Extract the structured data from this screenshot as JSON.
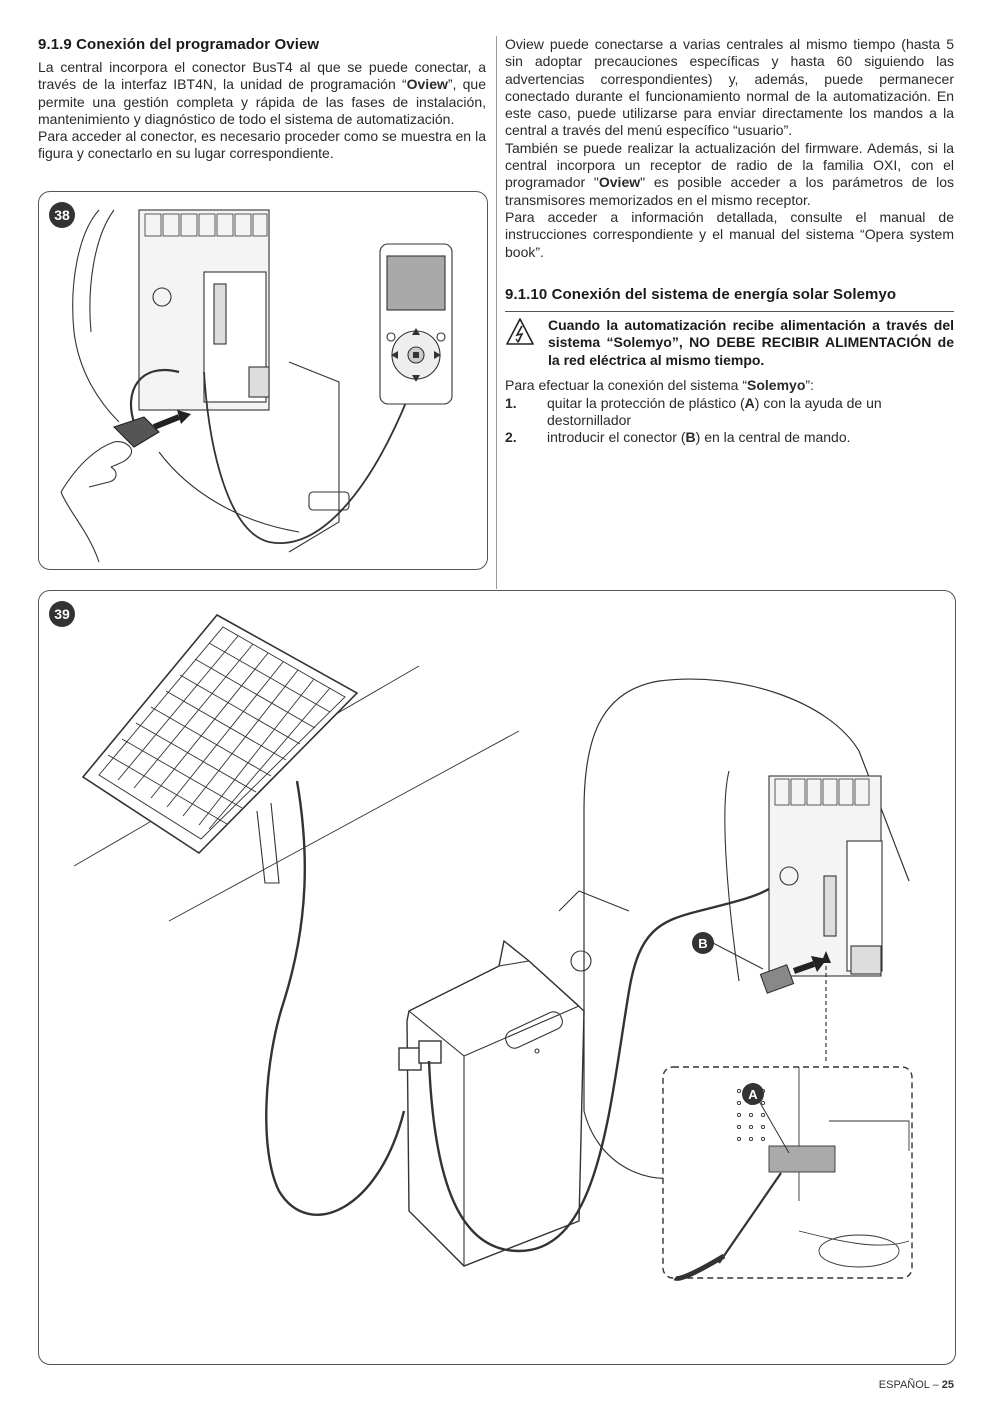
{
  "left": {
    "heading": "9.1.9 Conexión del programador Oview",
    "p1_pre": "La central incorpora el conector BusT4 al que se puede conectar, a través de la interfaz IBT4N, la unidad de programación “",
    "p1_bold": "Oview",
    "p1_post": "”, que permite una gestión completa y rápida de las fases de instalación, mantenimiento y diagnóstico de todo el sistema de automatización.",
    "p2": "Para acceder al conector, es necesario proceder como se muestra en la figura y conectarlo en su lugar correspondiente."
  },
  "right": {
    "p1": "Oview puede conectarse a varias centrales al mismo tiempo (hasta 5 sin adoptar precauciones específicas y hasta 60 siguiendo las advertencias correspondientes) y, además, puede permanecer conectado durante el funcionamiento normal de la automatización. En este caso, puede utilizarse para enviar directamente los mandos a la central a través del menú específico “usuario”.",
    "p2_pre": "También se puede realizar la actualización del firmware. Además, si la central incorpora un receptor de radio de la familia OXI, con el programador \"",
    "p2_bold": "Oview",
    "p2_post": "\" es posible acceder a los parámetros de los transmisores memorizados en el mismo receptor.",
    "p3": "Para acceder a información detallada, consulte el manual de instrucciones correspondiente y el manual del sistema “Opera system book”.",
    "heading2": "9.1.10   Conexión del sistema de energía solar Solemyo",
    "warning": "Cuando la automatización recibe alimentación a través del sistema “Solemyo”, NO DEBE RECIBIR ALIMENTACIÓN de la red eléctrica al mismo tiempo.",
    "intro_pre": "Para efectuar la conexión del sistema “",
    "intro_bold": "Solemyo",
    "intro_post": "”:",
    "steps": [
      {
        "num": "1.",
        "pre": "quitar la protección de plástico (",
        "bold": "A",
        "post": ") con la ayuda de un destornillador"
      },
      {
        "num": "2.",
        "pre": "introducir el conector (",
        "bold": "B",
        "post": ") en la central de mando."
      }
    ]
  },
  "figures": {
    "fig38": {
      "number": "38"
    },
    "fig39": {
      "number": "39",
      "label_a": "A",
      "label_b": "B"
    }
  },
  "footer": {
    "language": "ESPAÑOL – ",
    "page": "25"
  }
}
